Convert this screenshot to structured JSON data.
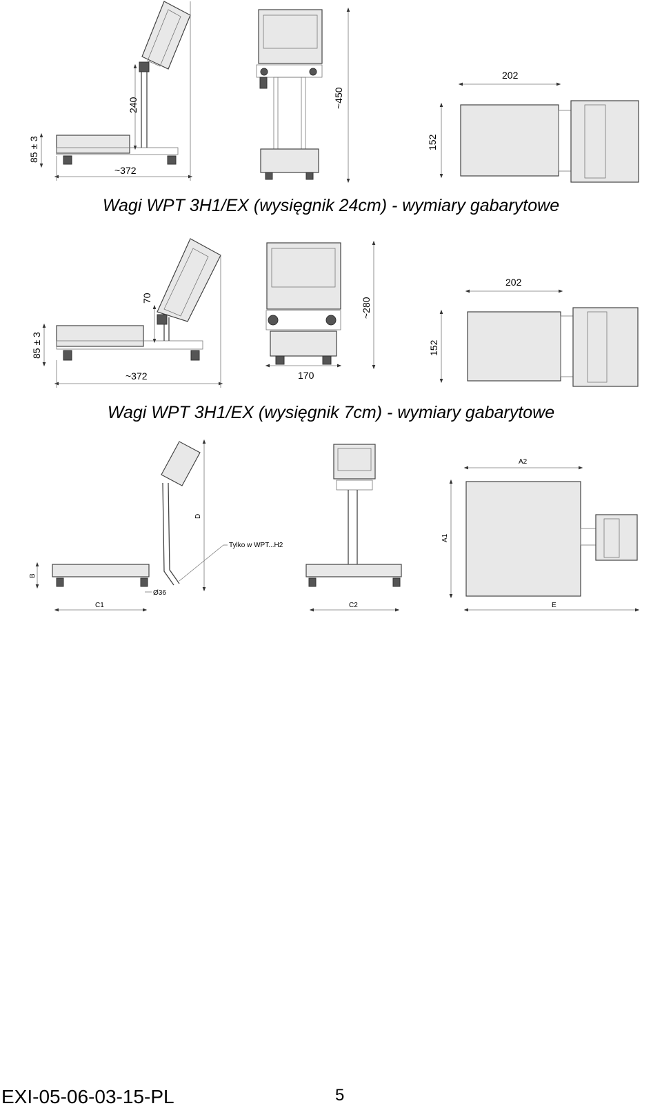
{
  "section1": {
    "caption": "Wagi WPT 3H1/EX (wysięgnik 24cm) - wymiary gabarytowe",
    "dims": {
      "height_arm": "240",
      "platform_height": "85 ± 3",
      "length": "~372",
      "total_height": "~450",
      "width_top": "202",
      "depth_top": "152"
    }
  },
  "section2": {
    "caption": "Wagi WPT 3H1/EX (wysięgnik 7cm) - wymiary gabarytowe",
    "dims": {
      "height_arm": "70",
      "platform_height": "85 ± 3",
      "length": "~372",
      "total_height": "~280",
      "front_width": "170",
      "width_top": "202",
      "depth_top": "152"
    }
  },
  "section3": {
    "dims": {
      "d": "D",
      "b": "B",
      "c1": "C1",
      "diameter": "Ø36",
      "c2": "C2",
      "a1": "A1",
      "a2": "A2",
      "e": "E",
      "note": "Tylko w WPT...H2"
    }
  },
  "footer": {
    "doc_code": "EXI-05-06-03-15-PL",
    "page_number": "5"
  }
}
